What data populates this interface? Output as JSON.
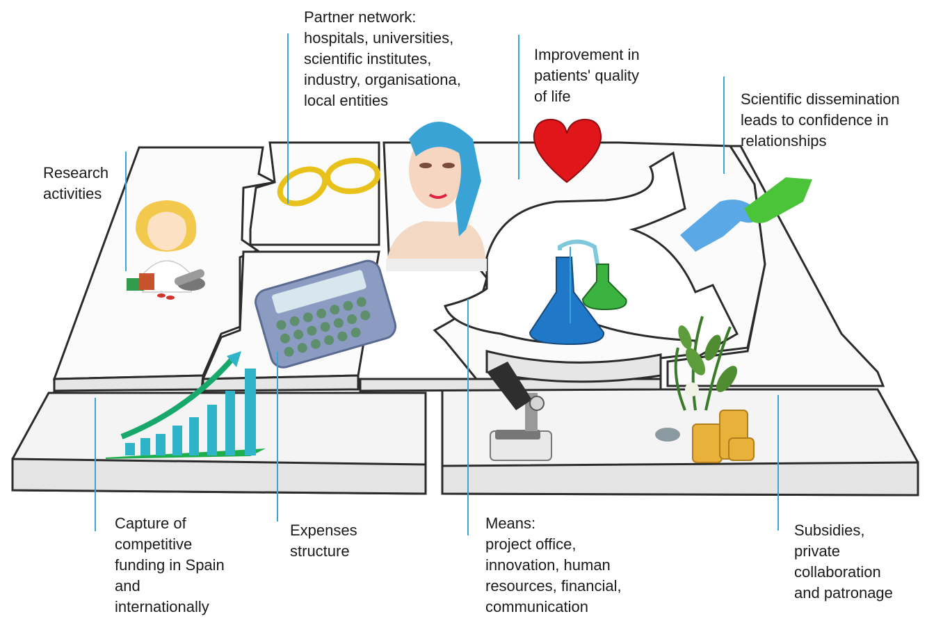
{
  "labels": {
    "partner_network": "Partner network:\nhospitals, universities,\nscientific institutes,\nindustry, organisationa,\nlocal entities",
    "improvement": "Improvement in\npatients' quality\nof life",
    "scientific_dissemination": "Scientific dissemination\nleads to confidence in\nrelationships",
    "research_activities": "Research\nactivities",
    "capture_funding": "Capture of\ncompetitive\nfunding in Spain\nand\ninternationally",
    "expenses_structure": "Expenses\nstructure",
    "means": "Means:\nproject office,\ninnovation, human\nresources, financial,\ncommunication",
    "subsidies": "Subsidies,\nprivate\ncollaboration\nand patronage"
  },
  "icons": [
    "researcher-icon",
    "rings-icon",
    "patient-icon",
    "heart-icon",
    "handshake-icon",
    "calculator-icon",
    "growth-chart-icon",
    "flasks-icon",
    "microscope-icon",
    "coins-plant-icon"
  ],
  "colors": {
    "connector_line": "#3aa6d8",
    "board_outline": "#2b2b2b",
    "heart": "#e0161b",
    "chart_bars": "#2fb3c9",
    "chart_arrow": "#18a86b",
    "handshake_blue": "#5aa9e6",
    "handshake_green": "#4bc43a",
    "rings": "#e8c21a",
    "coins": "#e8b13a"
  }
}
